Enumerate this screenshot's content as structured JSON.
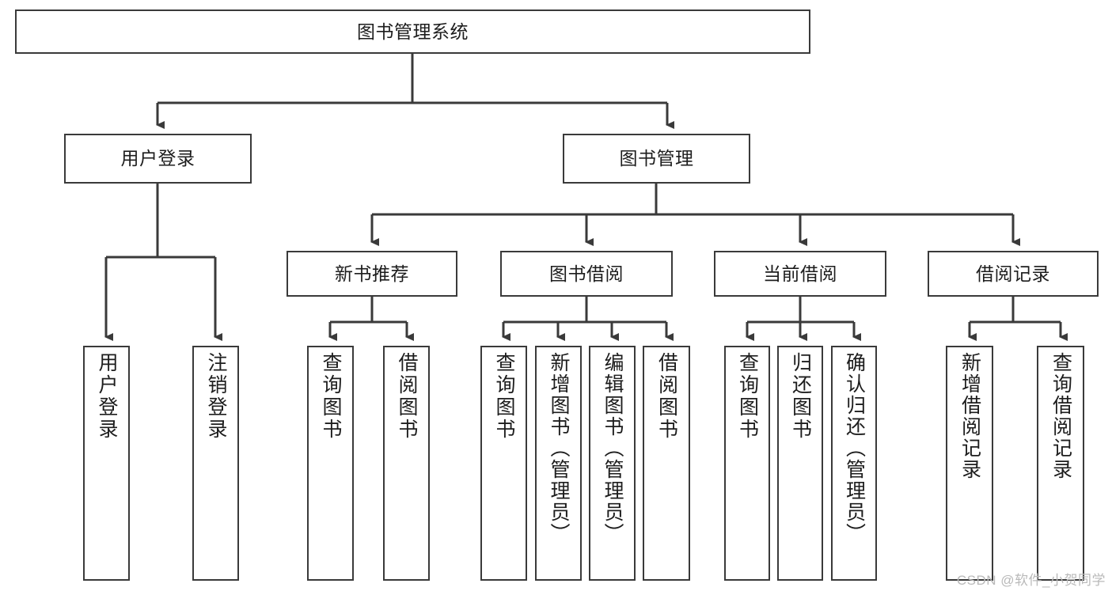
{
  "diagram": {
    "title": "图书管理系统",
    "watermark": "CSDN @软件_小贺同学",
    "line_color": "#3a3a3a",
    "box_border_color": "#3a3a3a",
    "box_fill_color": "#ffffff",
    "text_color": "#1d1d1d",
    "watermark_color": "#b9b9b9",
    "root": {
      "label": "图书管理系统"
    },
    "level2": [
      {
        "label": "用户登录"
      },
      {
        "label": "图书管理"
      }
    ],
    "level3": [
      {
        "label": "新书推荐"
      },
      {
        "label": "图书借阅"
      },
      {
        "label": "当前借阅"
      },
      {
        "label": "借阅记录"
      }
    ],
    "leaves": {
      "user_login": [
        {
          "label": "用户登录"
        },
        {
          "label": "注销登录"
        }
      ],
      "new_book_recommend": [
        {
          "label": "查询图书"
        },
        {
          "label": "借阅图书"
        }
      ],
      "book_borrow": [
        {
          "label": "查询图书"
        },
        {
          "label": "新增图书（管理员）"
        },
        {
          "label": "编辑图书（管理员）"
        },
        {
          "label": "借阅图书"
        }
      ],
      "current_borrow": [
        {
          "label": "查询图书"
        },
        {
          "label": "归还图书"
        },
        {
          "label": "确认归还（管理员）"
        }
      ],
      "borrow_record": [
        {
          "label": "新增借阅记录"
        },
        {
          "label": "查询借阅记录"
        }
      ]
    }
  }
}
